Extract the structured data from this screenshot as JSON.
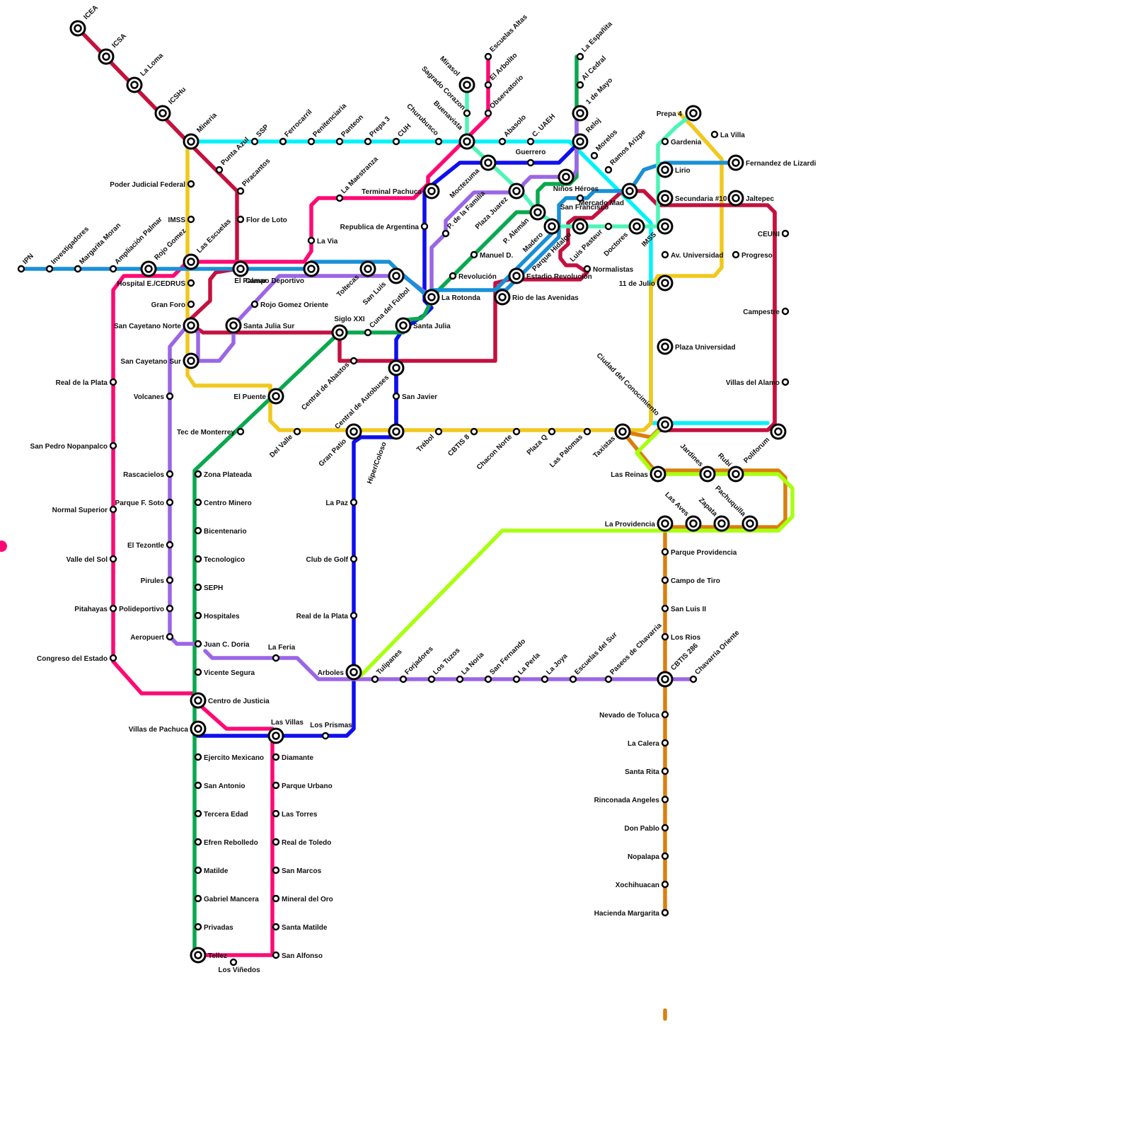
{
  "colors": {
    "cyan": "#00f2fb",
    "gold": "#f0c81e",
    "crimson": "#c4113f",
    "pink": "#fd0a74",
    "blue": "#0f0fee",
    "green": "#0aa84f",
    "purple": "#9b66e6",
    "steelblue": "#1890d8",
    "mint": "#4ef5b6",
    "orange": "#d97f0f",
    "lime": "#a9ff10"
  },
  "stations": {
    "icea": "ICEA",
    "icsa": "ICSA",
    "la_loma": "La Loma",
    "icshu": "ICSHu",
    "mineria": "Mineria",
    "ssp": "SSP",
    "ferrocarril": "Ferrocarril",
    "penitenciaria": "Penitenciaria",
    "panteon": "Panteon",
    "prepa3": "Prepa 3",
    "cuh": "CUH",
    "churubusco": "Churubusco",
    "buenavista": "Buenavista",
    "sagrado_corazon": "Sagrado Corazon",
    "mirasol": "Mirasol",
    "escuelas_altas": "Escuelas Altas",
    "el_arbolito": "El Arbolito",
    "observatorio": "Observatorio",
    "abasolo": "Abasolo",
    "c_uaeh": "C. UAEH",
    "la_espanita": "La Españita",
    "al_cedral": "Al Cedral",
    "primero_mayo": "1 de Mayo",
    "reloj": "Reloj",
    "morelos": "Morelos",
    "ramos_arizpe": "Ramos Arizpe",
    "prepa4": "Prepa 4",
    "la_villa": "La Villa",
    "gardenia": "Gardenia",
    "fernandez_lizardi": "Fernandez de Lizardi",
    "lirio": "Lirio",
    "secundaria10": "Secundaria #10",
    "jaltepec": "Jaltepec",
    "mercado_madero": "Mercado Mad",
    "ceuni": "CEUNI",
    "progreso": "Progreso",
    "av_universidad": "Av. Universidad",
    "imss_east": "IMSS",
    "doctores": "Doctores",
    "luis_pasteur": "Luis Pasteur",
    "once_julio": "11 de Julio",
    "campestre": "Campestre",
    "plaza_universidad": "Plaza Universidad",
    "villas_alamo": "Villas del Alamo",
    "ciudad_conocimiento": "Ciudad del Conocimiento",
    "poliforum": "Poliforum",
    "taxistas": "Taxistas",
    "las_reinas": "Las Reinas",
    "jardines": "Jardines",
    "rubi": "Rubí",
    "pachuquilla": "Pachuquilla",
    "la_providencia": "La Providencia",
    "las_aves": "Las Aves",
    "zapata": "Zapata",
    "parque_providencia": "Parque Providencia",
    "campo_tiro": "Campo de Tiro",
    "san_luis_ii": "San Luis II",
    "los_rios": "Los Rios",
    "cbtis286": "CBTIS 286",
    "chavarria_oriente": "Chavarria Oriente",
    "nevado_toluca": "Nevado de Toluca",
    "la_calera": "La Calera",
    "santa_rita": "Santa Rita",
    "rinconada_angeles": "Rinconada Angeles",
    "don_pablo": "Don Pablo",
    "nopalapa": "Nopalapa",
    "xochihuacan": "Xochihuacan",
    "hacienda_margarita": "Hacienda Margarita",
    "ipn": "IPN",
    "investigadores": "Investigadores",
    "margarita_moran": "Margarita Moran",
    "ampliacion_palmar": "Ampliación Palmar",
    "rojo_gomez": "Rojo Gomez",
    "las_escuelas": "Las Escuelas",
    "punta_azul": "Punta Azul",
    "piracantos": "Piracantos",
    "poder_judicial": "Poder Judicial Federal",
    "imss_west": "IMSS",
    "flor_loto": "Flor de Loto",
    "el_palmar": "El Palmar",
    "hospital_cedrus": "Hospital E./CEDRUS",
    "gran_foro": "Gran Foro",
    "rojo_gomez_oriente": "Rojo Gomez Oriente",
    "san_cayetano_norte": "San Cayetano Norte",
    "santa_julia_sur": "Santa Julia Sur",
    "san_cayetano_sur": "San Cayetano Sur",
    "la_maestranza": "La Maestranza",
    "la_via": "La Via",
    "campo_deportivo": "Campo Deportivo",
    "toltecas": "Toltecas",
    "san_luis": "San Luis",
    "cuna_futbol": "Cuna del Futbol",
    "siglo_xxi": "Siglo XXI",
    "santa_julia": "Santa Julia",
    "central_abastos": "Central de Abastos",
    "terminal_pachuca": "Terminal Pachuca",
    "republica_argentina": "Republica de Argentina",
    "moctezuma": "Moctezuma",
    "guerrero": "Guerrero",
    "ninos_heroes": "Niños Héroes",
    "p_familia": "P. de la Familia",
    "plaza_juarez": "Plaza Juarez",
    "san_francisco": "San Francisco",
    "p_aleman": "P. Alemán",
    "madero": "Madero",
    "parque_hidalgo": "Parque Hidalgo",
    "manuel_d": "Manuel D.",
    "revolucion": "Revolución",
    "normalistas": "Normalistas",
    "estadio_revolucion": "Estadio Revolución",
    "la_rotonda": "La Rotonda",
    "rio_avenidas": "Rio de las Avenidas",
    "central_autobuses": "Central de Autobuses",
    "san_javier": "San Javier",
    "real_plata_w": "Real de la Plata",
    "volcanes": "Volcanes",
    "el_puente": "El Puente",
    "san_pedro_nopanpalco": "San Pedro Nopanpalco",
    "tec_monterrey": "Tec de Monterrey",
    "del_valle": "Del Valle",
    "gran_patio": "Gran Patio",
    "hiper_coloso": "Hiper/Coloso",
    "trebol": "Trébol",
    "cbtis8": "CBTIS 8",
    "chacon_norte": "Chacon Norte",
    "plaza_q": "Plaza Q",
    "las_palomas": "Las Palomas",
    "rascacielos": "Rascacielos",
    "zona_plateada": "Zona Plateada",
    "parque_soto": "Parque F. Soto",
    "centro_minero": "Centro Minero",
    "normal_superior": "Normal Superior",
    "la_paz": "La Paz",
    "bicentenario": "Bicentenario",
    "el_tezontle": "El Tezontle",
    "valle_sol": "Valle del Sol",
    "tecnologico": "Tecnologico",
    "club_golf": "Club de Golf",
    "pirules": "Pirules",
    "seph": "SEPH",
    "pitahayas": "Pitahayas",
    "polideportivo": "Polideportivo",
    "hospitales": "Hospitales",
    "real_plata_s": "Real de la Plata",
    "aeropuerto": "Aeropuert",
    "juan_doria": "Juan C. Doria",
    "congreso": "Congreso del Estado",
    "la_feria": "La Feria",
    "vicente_segura": "Vicente Segura",
    "arboles": "Arboles",
    "tulipanes": "Tulipanes",
    "forjadores": "Forjadores",
    "los_tuzos": "Los Tuzos",
    "la_noria": "La Noria",
    "san_fernando": "San Fernando",
    "la_perla": "La Perla",
    "la_joya": "La Joya",
    "escuelas_sur": "Escuelas del Sur",
    "paseos_chavarria": "Paseos de Chavarria",
    "centro_justicia": "Centro de Justicia",
    "villas_pachuca": "Villas de Pachuca",
    "las_villas": "Las Villas",
    "los_prismas": "Los Prismas",
    "ejercito_mexicano": "Ejercito Mexicano",
    "diamante": "Diamante",
    "san_antonio": "San Antonio",
    "parque_urbano": "Parque Urbano",
    "tercera_edad": "Tercera Edad",
    "las_torres": "Las Torres",
    "efren_rebolledo": "Efren Rebolledo",
    "real_toledo": "Real de Toledo",
    "matilde": "Matilde",
    "san_marcos": "San Marcos",
    "gabriel_mancera": "Gabriel Mancera",
    "mineral_oro": "Mineral del Oro",
    "privadas": "Privadas",
    "santa_matilde": "Santa Matilde",
    "tellez": "Tellez",
    "san_alfonso": "San Alfonso",
    "los_vinedos": "Los Viñedos"
  }
}
